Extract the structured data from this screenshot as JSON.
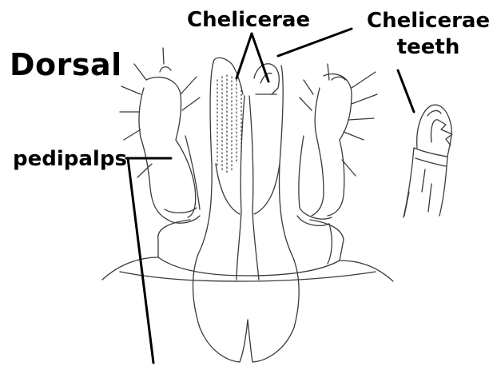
{
  "labels": {
    "view": "Dorsal",
    "chelicerae": "Chelicerae",
    "chelicerae_teeth_line1": "Chelicerae",
    "chelicerae_teeth_line2": "teeth",
    "pedipalps": "pedipalps"
  },
  "colors": {
    "ink": "#000000",
    "outline": "#3a3a3a",
    "background": "#ffffff"
  }
}
